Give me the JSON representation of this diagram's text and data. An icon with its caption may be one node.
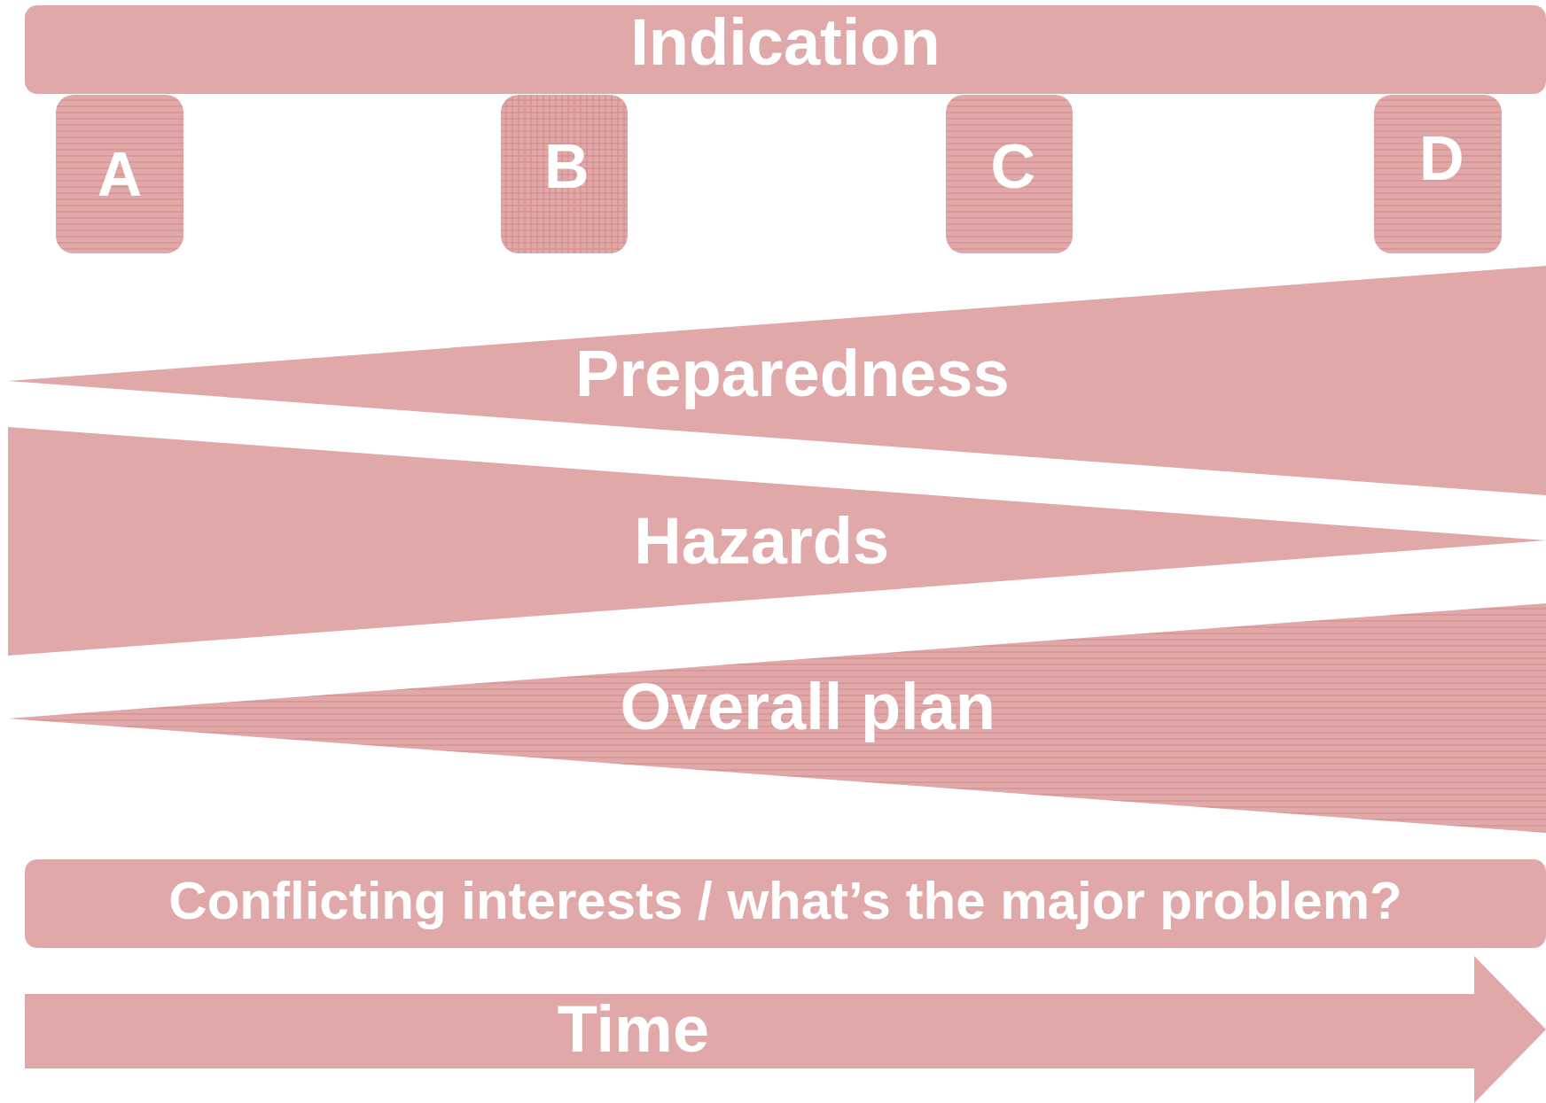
{
  "diagram": {
    "nodes": [
      {
        "text": [
          "Indication"
        ]
      },
      {
        "text": [
          "A"
        ]
      },
      {
        "text": [
          "B"
        ]
      },
      {
        "text": [
          "C"
        ]
      },
      {
        "text": [
          "D"
        ]
      },
      {
        "text": [
          "Preparedness"
        ]
      },
      {
        "text": [
          "Hazards"
        ]
      },
      {
        "text": [
          "Overall plan"
        ]
      },
      {
        "text": [
          "Conflicting interests / what’s the major problem?"
        ]
      },
      {
        "text": [
          "Time"
        ]
      }
    ]
  }
}
